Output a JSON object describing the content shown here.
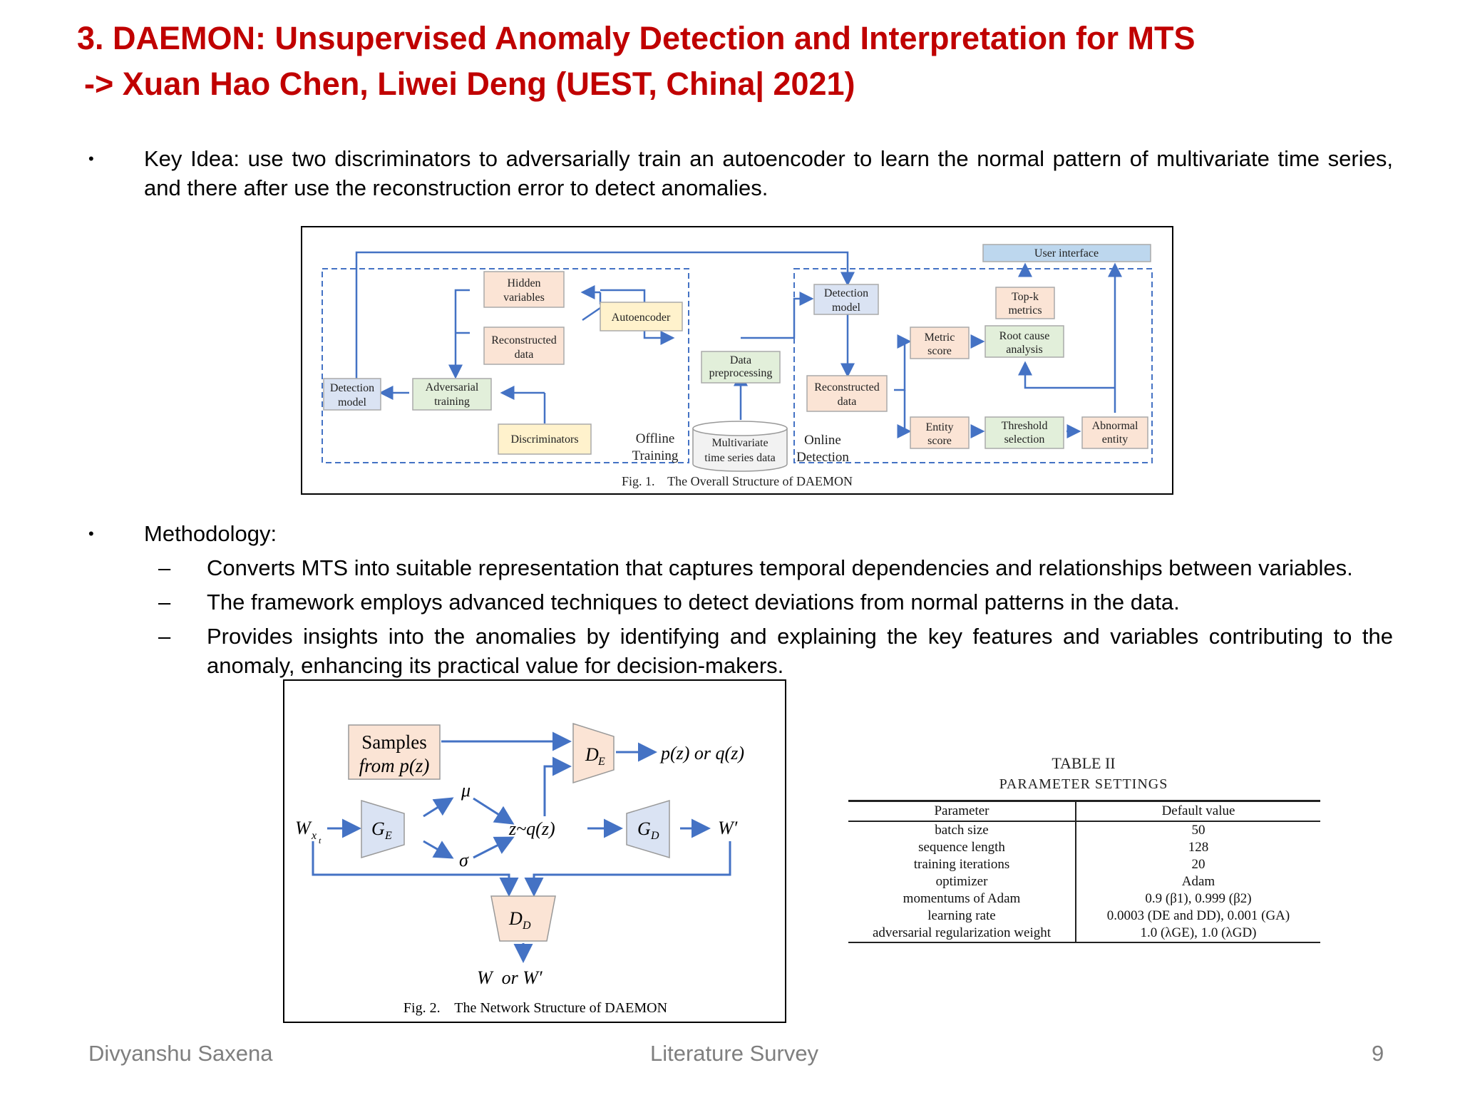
{
  "slide": {
    "title_line1": "3. DAEMON: Unsupervised Anomaly Detection and Interpretation for MTS",
    "title_line2": "-> Xuan Hao Chen, Liwei Deng (UEST, China| 2021)",
    "bullets": {
      "key_idea": "Key Idea: use two discriminators to adversarially train an autoencoder to learn the normal pattern of multivariate time series, and there after use the reconstruction error to detect anomalies.",
      "methodology": "Methodology:",
      "methodology_items": [
        "Converts MTS into suitable representation that captures temporal dependencies and relationships between variables.",
        "The framework employs advanced techniques to detect deviations from normal patterns in the data.",
        "Provides insights into the anomalies by identifying and explaining the key features and variables contributing to the anomaly, enhancing its practical value for decision-makers."
      ],
      "bullet_glyph": "•",
      "dash_glyph": "–"
    }
  },
  "fig1": {
    "caption": "Fig. 1.    The Overall Structure of DAEMON",
    "nodes": {
      "user_interface": "User interface",
      "hidden_1": "Hidden",
      "hidden_2": "variables",
      "autoencoder": "Autoencoder",
      "recon_1": "Reconstructed",
      "recon_2": "data",
      "prep_1": "Data",
      "prep_2": "preprocessing",
      "det_left_1": "Detection",
      "det_left_2": "model",
      "adv_1": "Adversarial",
      "adv_2": "training",
      "disc": "Discriminators",
      "offline_1": "Offline",
      "offline_2": "Training",
      "mts_1": "Multivariate",
      "mts_2": "time series data",
      "online_1": "Online",
      "online_2": "Detection",
      "det_right_1": "Detection",
      "det_right_2": "model",
      "recon_r_1": "Reconstructed",
      "recon_r_2": "data",
      "metric_1": "Metric",
      "metric_2": "score",
      "topk_1": "Top-k",
      "topk_2": "metrics",
      "rca_1": "Root cause",
      "rca_2": "analysis",
      "entity_1": "Entity",
      "entity_2": "score",
      "thresh_1": "Threshold",
      "thresh_2": "selection",
      "abn_1": "Abnormal",
      "abn_2": "entity"
    }
  },
  "fig2": {
    "caption": "Fig. 2.    The Network Structure of DAEMON",
    "samples_1": "Samples",
    "samples_2": "from p(z)",
    "de_label": "D",
    "de_sub": "E",
    "pz_out": "p(z) or q(z)",
    "w_in": "W",
    "w_in_sub": "x",
    "w_in_subsub": "t",
    "ge_label": "G",
    "ge_sub": "E",
    "mu": "μ",
    "sigma": "σ",
    "z_label": "z~q(z)",
    "gd_label": "G",
    "gd_sub": "D",
    "w_out": "W′",
    "dd_label": "D",
    "dd_sub": "D",
    "bottom_out": "W  or W′"
  },
  "table": {
    "caption1": "TABLE II",
    "caption2": "PARAMETER SETTINGS",
    "headers": [
      "Parameter",
      "Default value"
    ],
    "rows": [
      [
        "batch size",
        "50"
      ],
      [
        "sequence length",
        "128"
      ],
      [
        "training iterations",
        "20"
      ],
      [
        "optimizer",
        "Adam"
      ],
      [
        "momentums of Adam",
        "0.9 (β1), 0.999 (β2)"
      ],
      [
        "learning rate",
        "0.0003 (DE and DD), 0.001 (GA)"
      ],
      [
        "adversarial regularization weight",
        "1.0 (λGE), 1.0 (λGD)"
      ]
    ]
  },
  "footer": {
    "author": "Divyanshu Saxena",
    "center": "Literature Survey",
    "page": "9"
  },
  "colors": {
    "title": "#c00000",
    "arrow": "#4472c4",
    "box_red": "#fbe4d5",
    "box_yellow": "#fff2cc",
    "box_green": "#e2efda",
    "box_blue": "#dae3f3"
  }
}
